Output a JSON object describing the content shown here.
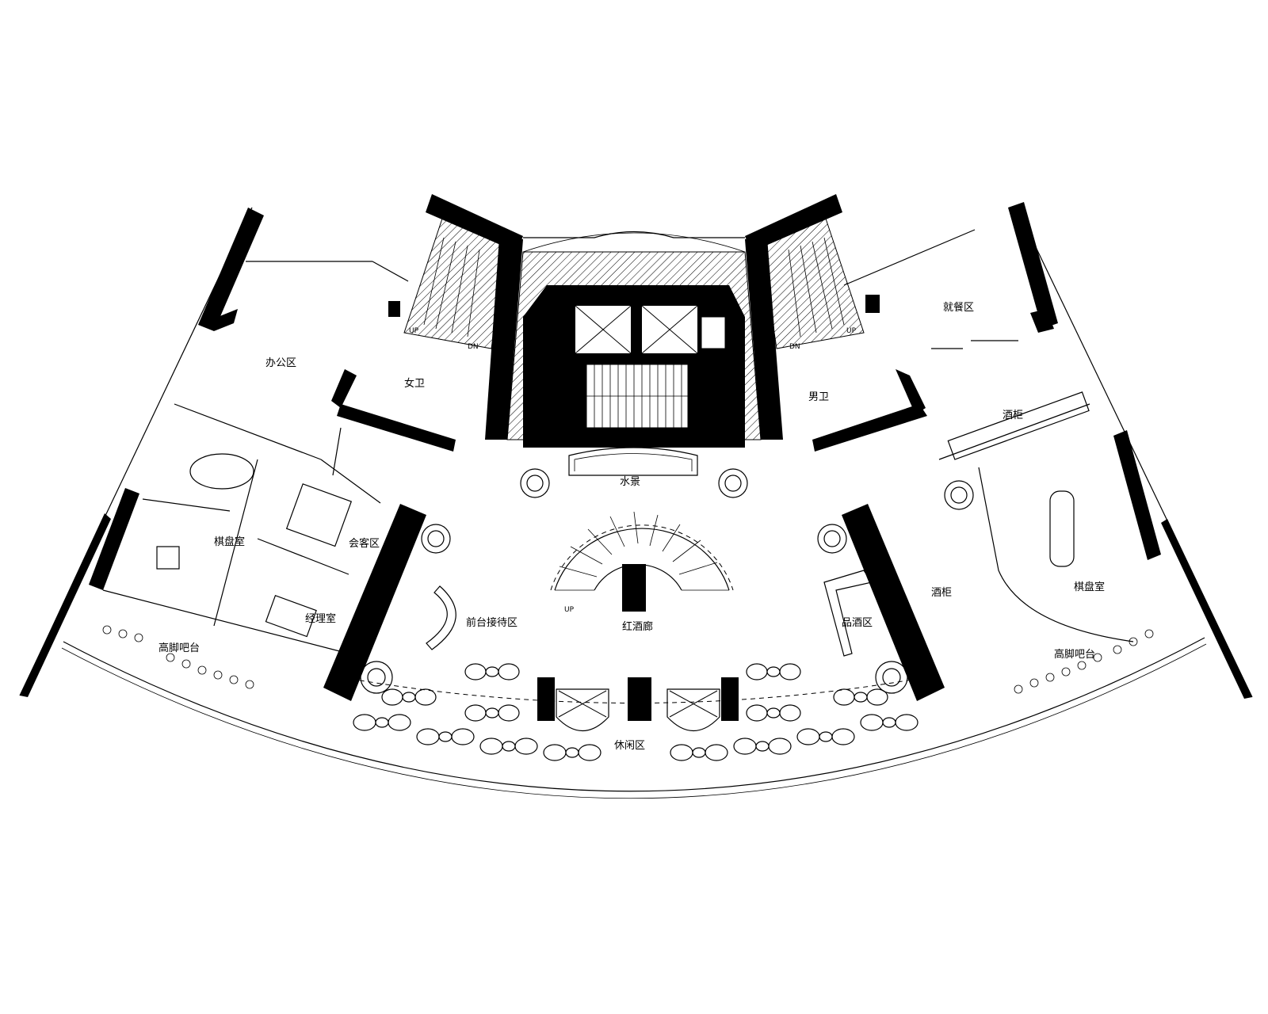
{
  "labels": {
    "office_area": "办公区",
    "female_wc": "女卫",
    "male_wc": "男卫",
    "dining_area": "就餐区",
    "wine_cabinet_top": "酒柜",
    "wine_cabinet_mid": "酒柜",
    "chess_room_left": "棋盘室",
    "chess_room_right": "棋盘室",
    "meeting_area": "会客区",
    "manager_room": "经理室",
    "reception_area": "前台接待区",
    "wine_corridor": "红酒廊",
    "scenery": "水景",
    "tasting_area": "品酒区",
    "high_bar_left": "高脚吧台",
    "high_bar_right": "高脚吧台",
    "leisure_area": "休闲区"
  },
  "stair_marks": {
    "left_up": "UP",
    "left_dn": "DN",
    "right_up": "UP",
    "right_dn": "DN",
    "spiral_up": "UP"
  },
  "colors": {
    "ink": "#000000",
    "paper": "#ffffff"
  }
}
